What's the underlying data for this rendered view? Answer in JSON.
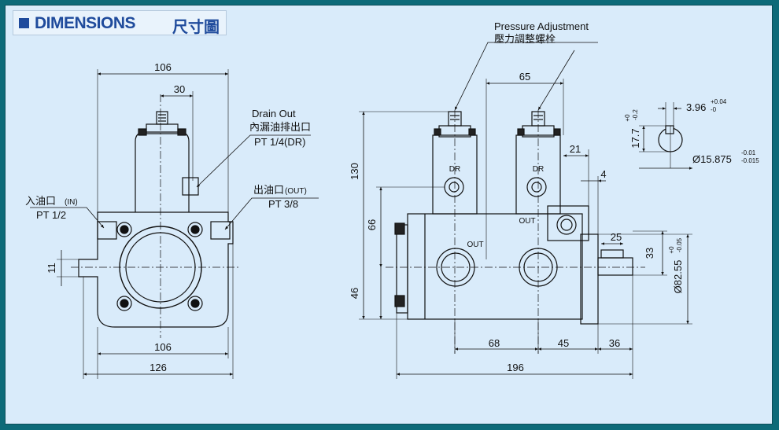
{
  "header": {
    "title": "DIMENSIONS",
    "title_cn": "尺寸圖"
  },
  "colors": {
    "background": "#0d6a78",
    "paper": "#d9ebfa",
    "accent": "#1f4b9c",
    "line": "#111111"
  },
  "front_view": {
    "dim_top_width": "106",
    "dim_offset": "30",
    "dim_body_width": "106",
    "dim_total_width": "126",
    "dim_shaft_height": "11",
    "drain_label_en": "Drain Out",
    "drain_label_cn": "內漏油排出口",
    "drain_thread": "PT 1/4(DR)",
    "outlet_label_cn": "出油口",
    "outlet_label_en": "(OUT)",
    "outlet_thread": "PT 3/8",
    "inlet_label_cn": "入油口",
    "inlet_label_en": "(IN)",
    "inlet_thread": "PT 1/2"
  },
  "side_view": {
    "pressure_label_en": "Pressure Adjustment",
    "pressure_label_cn": "壓力調整螺栓",
    "dim_65": "65",
    "dim_21": "21",
    "dim_4": "4",
    "dim_130": "130",
    "dim_66": "66",
    "dim_46": "46",
    "dim_25": "25",
    "dim_33": "33",
    "dim_diameter": "Ø82.55",
    "dim_diameter_tol_upper": "+0",
    "dim_diameter_tol_lower": "-0.05",
    "dim_68": "68",
    "dim_45": "45",
    "dim_36": "36",
    "dim_196": "196",
    "dr_label_left": "DR",
    "dr_label_right": "DR",
    "out_label_1": "OUT",
    "out_label_2": "OUT"
  },
  "key_view": {
    "dim_key_width": "3.96",
    "dim_key_tol_upper": "+0.04",
    "dim_key_tol_lower": "-0",
    "dim_key_height": "17.7",
    "dim_key_height_tol_upper": "+0",
    "dim_key_height_tol_lower": "-0.2",
    "dim_shaft_diameter": "Ø15.875",
    "dim_shaft_tol_upper": "-0.01",
    "dim_shaft_tol_lower": "-0.015"
  }
}
